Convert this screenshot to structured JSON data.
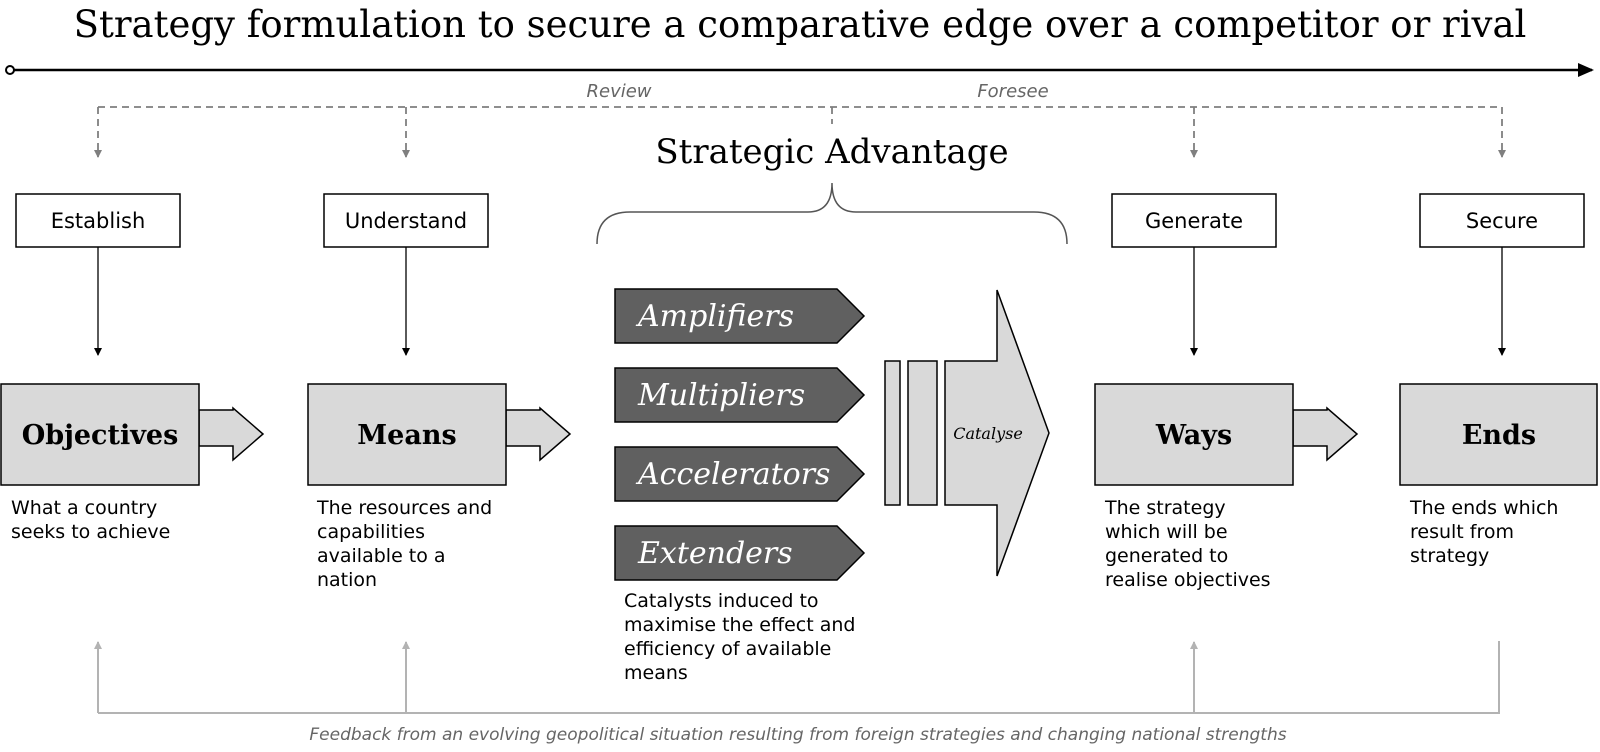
{
  "title": "Strategy formulation to secure a comparative edge over a competitor or rival",
  "timeline": {
    "review": "Review",
    "foresee": "Foresee"
  },
  "strategic_advantage": "Strategic Advantage",
  "actions": [
    "Establish",
    "Understand",
    "Generate",
    "Secure"
  ],
  "stages": {
    "objectives": {
      "label": "Objectives",
      "desc": [
        "What a country",
        "seeks to achieve"
      ]
    },
    "means": {
      "label": "Means",
      "desc": [
        "The resources and",
        "capabilities",
        "available to a",
        "nation"
      ]
    },
    "ways": {
      "label": "Ways",
      "desc": [
        "The strategy",
        "which will be",
        "generated to",
        "realise objectives"
      ]
    },
    "ends": {
      "label": "Ends",
      "desc": [
        "The ends which",
        "result from",
        "strategy"
      ]
    }
  },
  "catalysts": [
    "Amplifiers",
    "Multipliers",
    "Accelerators",
    "Extenders"
  ],
  "catalysts_desc": [
    "Catalysts induced to",
    "maximise the effect and",
    "efficiency of available",
    "means"
  ],
  "catalyse": "Catalyse",
  "feedback": "Feedback from an evolving geopolitical situation resulting from foreign strategies and changing national strengths",
  "colors": {
    "stage_fill": "#d9d9d9",
    "catalyst_fill": "#606060",
    "catalyst_text": "#ffffff",
    "dashed_line": "#7f7f7f",
    "feedback_line": "#b3b3b3",
    "muted_text": "#666666"
  }
}
